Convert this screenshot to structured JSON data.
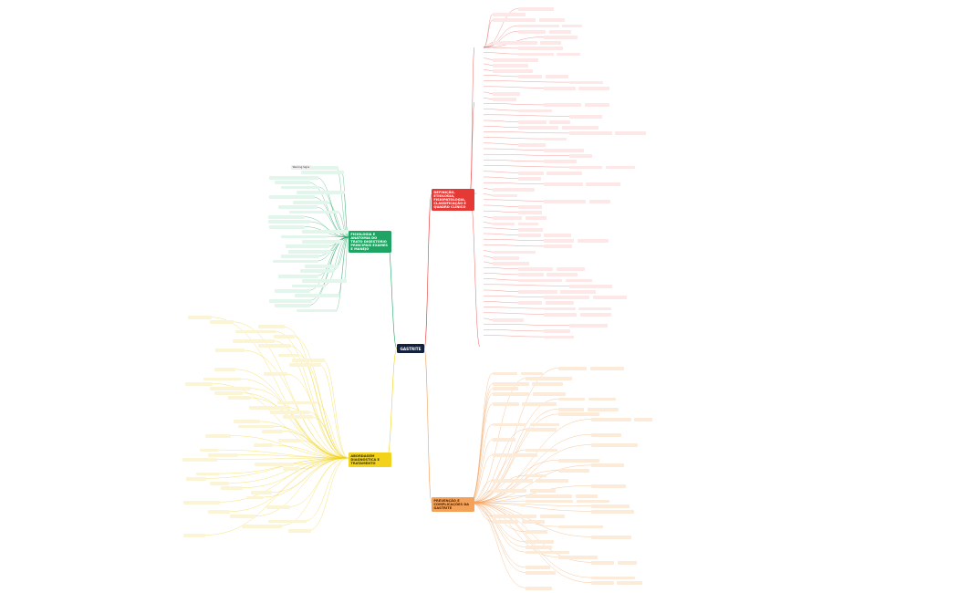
{
  "root": {
    "label": "GASTRITE"
  },
  "annotation": {
    "label": "Warning Signs"
  },
  "colors": {
    "red": "#e53935",
    "green": "#1fa463",
    "yellow": "#f2d21b",
    "orange": "#f4a15a",
    "root": "#14213d"
  },
  "branches": [
    {
      "id": "red",
      "label": "DEFINIÇÃO, ETIOLOGIA, FISIOPATOLOGIA, CLASSIFICAÇÃO E QUADRO CLÍNICO"
    },
    {
      "id": "green",
      "label": "FISIOLOGIA E ANATOMIA DO TRATO DIGESTÓRIO PRINCIPAIS EXAMES E MANEJO"
    },
    {
      "id": "yellow",
      "label": "ABORDAGEM DIAGNÓSTICA E TRATAMENTO"
    },
    {
      "id": "orange",
      "label": "PREVENÇÃO E COMPLICAÇÕES DA GASTRITE"
    }
  ]
}
